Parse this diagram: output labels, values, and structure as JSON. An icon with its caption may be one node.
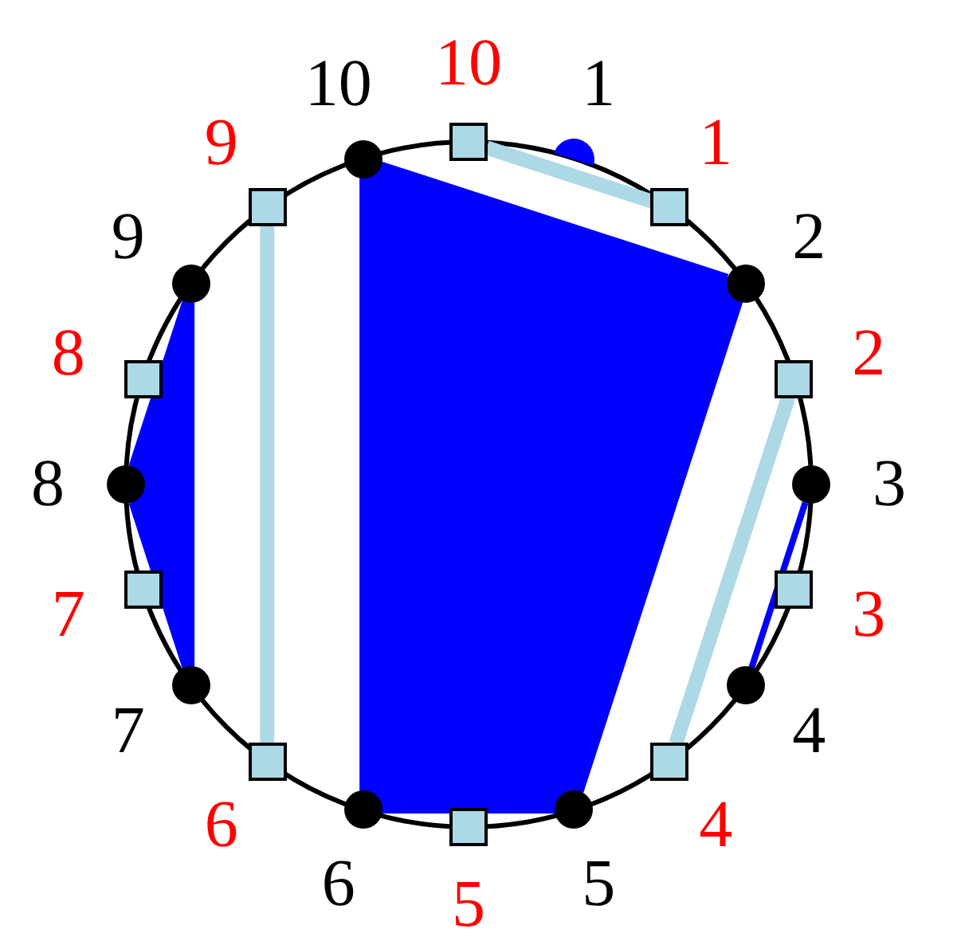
{
  "diagram": {
    "nodes": [
      {
        "text": [],
        "shape": "circle",
        "beside": [
          "1"
        ]
      },
      {
        "text": [],
        "shape": "circle",
        "beside": [
          "2"
        ]
      },
      {
        "text": [],
        "shape": "circle",
        "beside": [
          "3"
        ]
      },
      {
        "text": [],
        "shape": "circle",
        "beside": [
          "4"
        ]
      },
      {
        "text": [],
        "shape": "circle",
        "beside": [
          "5"
        ]
      },
      {
        "text": [],
        "shape": "circle",
        "beside": [
          "6"
        ]
      },
      {
        "text": [],
        "shape": "circle",
        "beside": [
          "7"
        ]
      },
      {
        "text": [],
        "shape": "circle",
        "beside": [
          "8"
        ]
      },
      {
        "text": [],
        "shape": "circle",
        "beside": [
          "9"
        ]
      },
      {
        "text": [],
        "shape": "circle",
        "beside": [
          "10"
        ]
      },
      {
        "text": [],
        "shape": "box",
        "beside": [
          "1"
        ]
      },
      {
        "text": [],
        "shape": "box",
        "beside": [
          "2"
        ]
      },
      {
        "text": [],
        "shape": "box",
        "beside": [
          "3"
        ]
      },
      {
        "text": [],
        "shape": "box",
        "beside": [
          "4"
        ]
      },
      {
        "text": [],
        "shape": "box",
        "beside": [
          "5"
        ]
      },
      {
        "text": [],
        "shape": "box",
        "beside": [
          "6"
        ]
      },
      {
        "text": [],
        "shape": "box",
        "beside": [
          "7"
        ]
      },
      {
        "text": [],
        "shape": "box",
        "beside": [
          "8"
        ]
      },
      {
        "text": [],
        "shape": "box",
        "beside": [
          "9"
        ]
      },
      {
        "text": [],
        "shape": "box",
        "beside": [
          "10"
        ]
      }
    ],
    "edges": [
      {
        "from": 1,
        "to": 4,
        "arrow": "none",
        "color": "#0000ff"
      },
      {
        "from": 4,
        "to": 5,
        "arrow": "none",
        "color": "#0000ff"
      },
      {
        "from": 5,
        "to": 9,
        "arrow": "none",
        "color": "#0000ff"
      },
      {
        "from": 9,
        "to": 1,
        "arrow": "none",
        "color": "#0000ff"
      },
      {
        "from": 2,
        "to": 3,
        "arrow": "none",
        "color": "#0000ff"
      },
      {
        "from": 6,
        "to": 7,
        "arrow": "none",
        "color": "#0000ff"
      },
      {
        "from": 7,
        "to": 8,
        "arrow": "none",
        "color": "#0000ff"
      },
      {
        "from": 8,
        "to": 6,
        "arrow": "none",
        "color": "#0000ff"
      },
      {
        "from": 10,
        "to": 19,
        "arrow": "none",
        "style": "thick",
        "color": "#add8e6"
      },
      {
        "from": 11,
        "to": 13,
        "arrow": "none",
        "style": "thick",
        "color": "#add8e6"
      },
      {
        "from": 15,
        "to": 18,
        "arrow": "none",
        "style": "thick",
        "color": "#add8e6"
      }
    ]
  }
}
